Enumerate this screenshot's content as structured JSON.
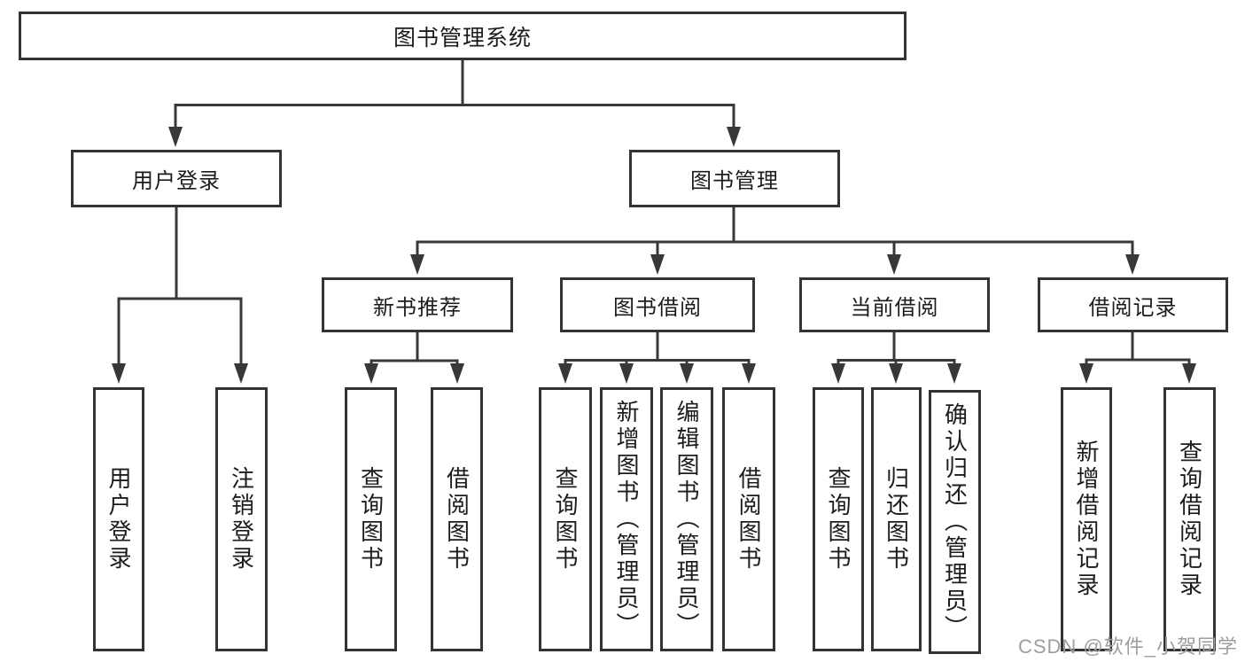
{
  "nodes": {
    "root": "图书管理系统",
    "user_login": "用户登录",
    "book_mgmt": "图书管理",
    "new_book_rec": "新书推荐",
    "book_borrow": "图书借阅",
    "current_borrow": "当前借阅",
    "borrow_records": "借阅记录",
    "user_login_children": [
      "用户登录",
      "注销登录"
    ],
    "new_book_rec_children": [
      "查询图书",
      "借阅图书"
    ],
    "book_borrow_children": [
      "查询图书",
      "新增图书（管理员）",
      "编辑图书（管理员）",
      "借阅图书"
    ],
    "current_borrow_children": [
      "查询图书",
      "归还图书",
      "确认归还（管理员）"
    ],
    "borrow_records_children": [
      "新增借阅记录",
      "查询借阅记录"
    ]
  },
  "watermark": "CSDN @软件_小贺同学",
  "colors": {
    "line": "#383838",
    "box_border": "#333333",
    "text": "#1c1c1c",
    "watermark": "#9e9e9e",
    "background": "#ffffff"
  }
}
